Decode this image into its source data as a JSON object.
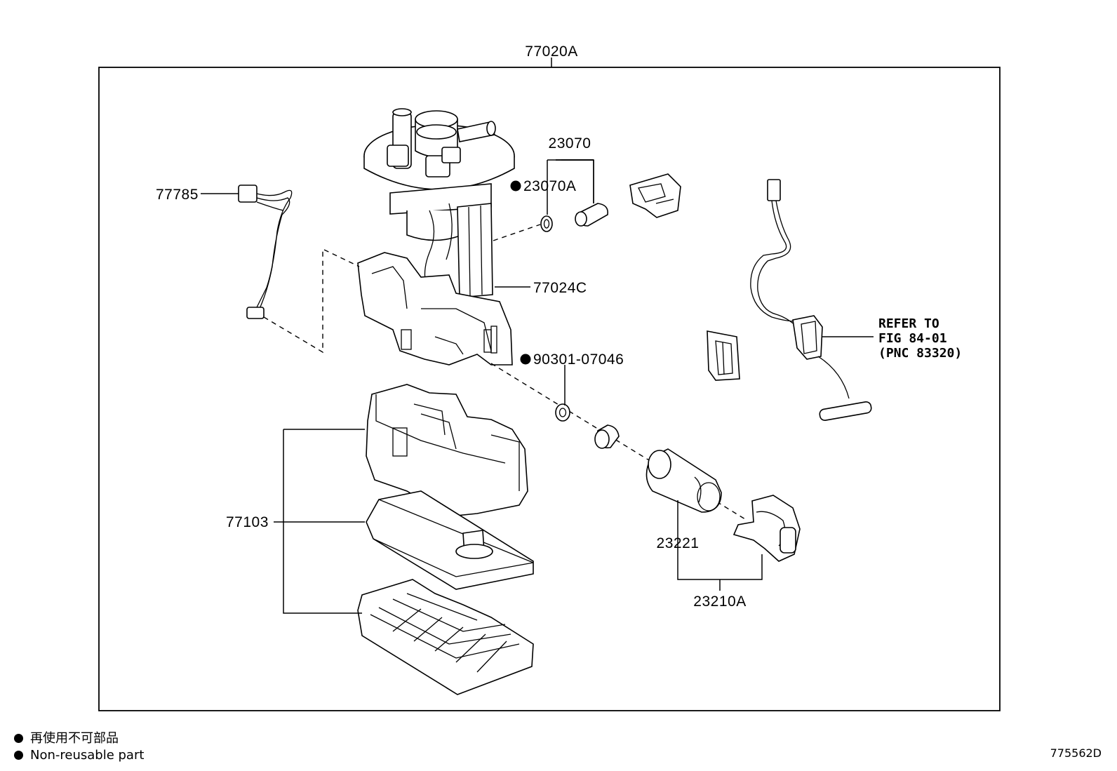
{
  "diagram": {
    "assembly_label": "77020A",
    "labels": {
      "l_23070": "23070",
      "l_23070A": "23070A",
      "l_77785": "77785",
      "l_77024C": "77024C",
      "l_90301": "90301-07046",
      "l_77103": "77103",
      "l_23221": "23221",
      "l_23210A": "23210A"
    },
    "refer": {
      "line1": "REFER TO",
      "line2": "FIG 84-01",
      "line3": "(PNC 83320)"
    }
  },
  "legend": {
    "japanese": "再使用不可部品",
    "english": "Non-reusable part"
  },
  "figure_id": "775562D"
}
